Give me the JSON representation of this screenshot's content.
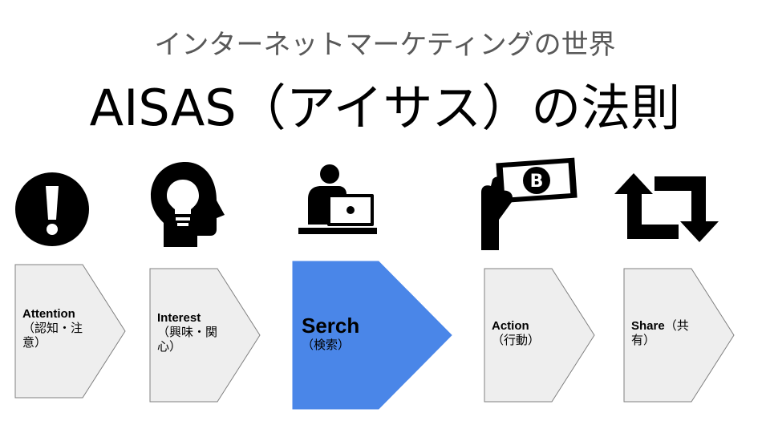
{
  "header": {
    "subtitle": "インターネットマーケティングの世界",
    "title": "AISAS（アイサス）の法則"
  },
  "stages": [
    {
      "name": "Attention",
      "desc_line1": "（認知・注",
      "desc_line2": "意）",
      "icon": "exclamation-icon"
    },
    {
      "name": "Interest",
      "desc_line1": "（興味・関",
      "desc_line2": "心）",
      "icon": "lightbulb-head-icon"
    },
    {
      "name": "Serch",
      "desc_line1": "（検索）",
      "desc_line2": "",
      "icon": "laptop-user-icon"
    },
    {
      "name": "Action",
      "desc_line1": "（行動）",
      "desc_line2": "",
      "icon": "bitcoin-payment-icon"
    },
    {
      "name": "Share",
      "name_suffix": "（共",
      "desc_line2": "有）",
      "icon": "share-retweet-icon"
    }
  ],
  "colors": {
    "stage_fill": "#eeeeee",
    "stage_border": "#808080",
    "highlight_fill": "#4a86e8",
    "icon": "#000000"
  }
}
